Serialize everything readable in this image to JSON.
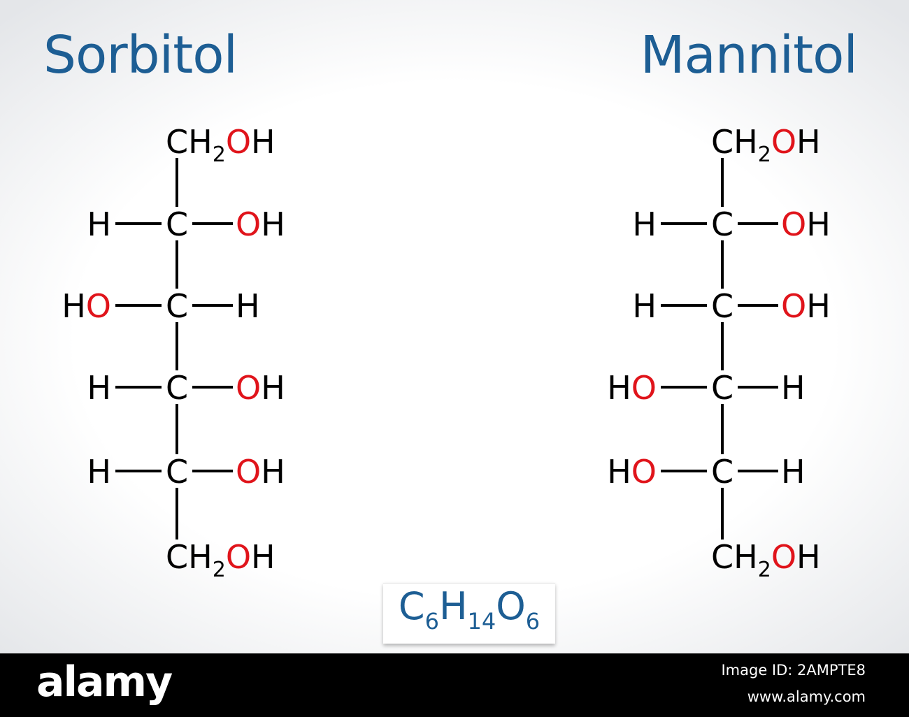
{
  "titles": {
    "left": "Sorbitol",
    "right": "Mannitol"
  },
  "colors": {
    "title": "#1d5e94",
    "oxygen": "#e0141b",
    "ink": "#000000",
    "footer": "#000000"
  },
  "formula": {
    "c": "C",
    "c_n": "6",
    "h": "H",
    "h_n": "14",
    "o": "O",
    "o_n": "6"
  },
  "molecules": [
    {
      "name": "sorbitol",
      "top_group": "CH2OH",
      "bottom_group": "CH2OH",
      "rows": [
        {
          "left": "H",
          "right": "OH"
        },
        {
          "left": "HO",
          "right": "H"
        },
        {
          "left": "H",
          "right": "OH"
        },
        {
          "left": "H",
          "right": "OH"
        }
      ]
    },
    {
      "name": "mannitol",
      "top_group": "CH2OH",
      "bottom_group": "CH2OH",
      "rows": [
        {
          "left": "H",
          "right": "OH"
        },
        {
          "left": "H",
          "right": "OH"
        },
        {
          "left": "HO",
          "right": "H"
        },
        {
          "left": "HO",
          "right": "H"
        }
      ]
    }
  ],
  "footer": {
    "brand": "alamy",
    "image_id": "Image ID: 2AMPTE8",
    "site": "www.alamy.com"
  }
}
